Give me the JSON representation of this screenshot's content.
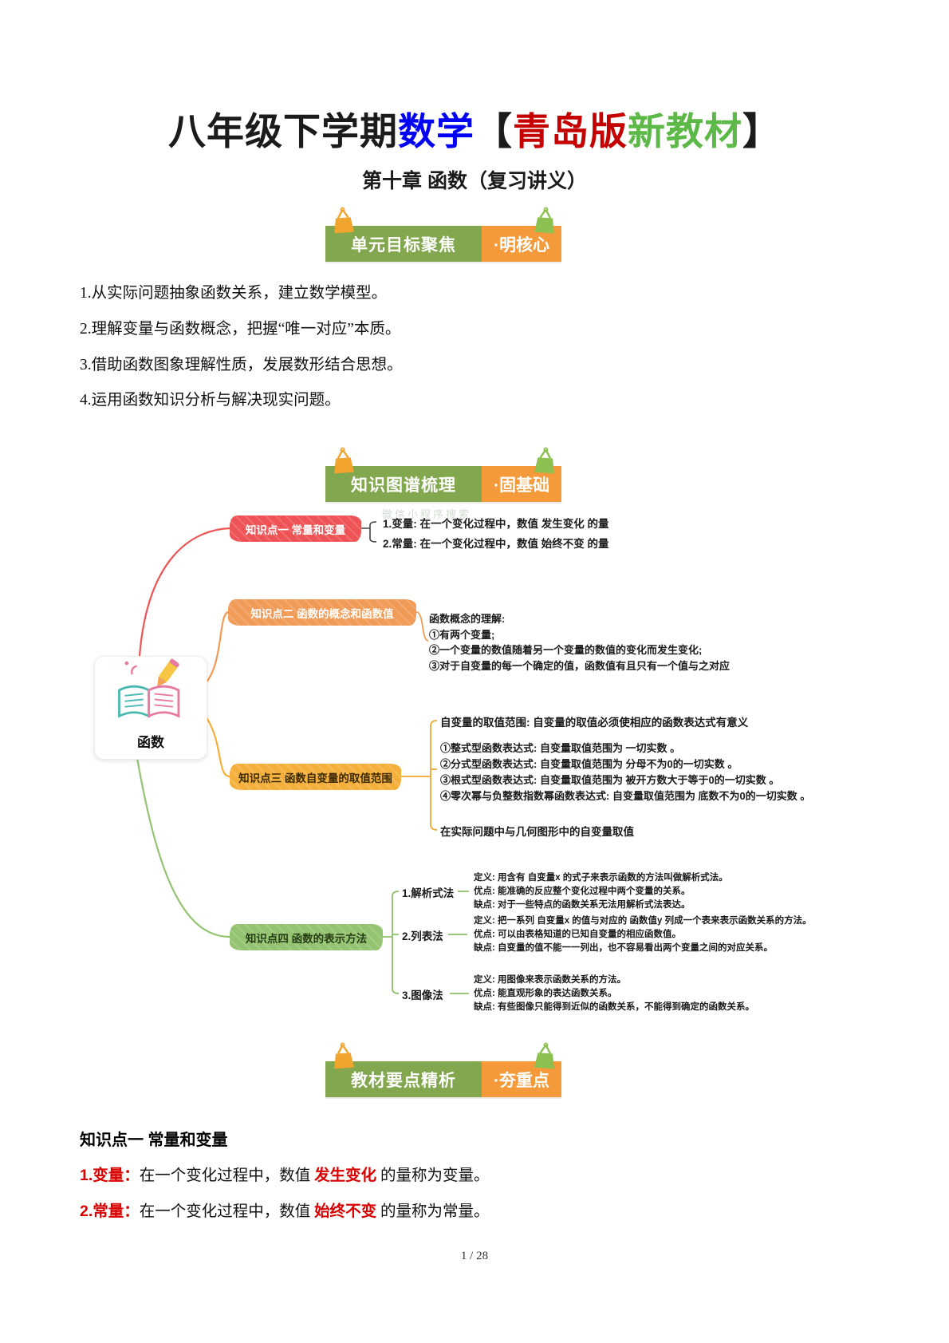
{
  "title": {
    "part1": "八年级下学期",
    "part2": "数学",
    "bracket_open": "【",
    "part3": "青岛版",
    "part4": "新教材",
    "bracket_close": "】",
    "subtitle": "第十章 函数（复习讲义）"
  },
  "banners": [
    {
      "left": "单元目标聚焦",
      "right": "·明核心"
    },
    {
      "left": "知识图谱梳理",
      "right": "·固基础"
    },
    {
      "left": "教材要点精析",
      "right": "·夯重点"
    }
  ],
  "goals": [
    "1.从实际问题抽象函数关系，建立数学模型。",
    "2.理解变量与函数概念，把握“唯一对应”本质。",
    "3.借助函数图象理解性质，发展数形结合思想。",
    "4.运用函数知识分析与解决现实问题。"
  ],
  "watermark": "微信小程序搜索",
  "mindmap": {
    "center": "函数",
    "node1": {
      "label": "知识点一 常量和变量",
      "item1": "1.变量: 在一个变化过程中，数值 发生变化 的量",
      "item2": "2.常量: 在一个变化过程中，数值 始终不变 的量"
    },
    "node2": {
      "label": "知识点二 函数的概念和函数值",
      "line0": "函数概念的理解:",
      "line1": "①有两个变量;",
      "line2": "②一个变量的数值随着另一个变量的数值的变化而发生变化;",
      "line3": "③对于自变量的每一个确定的值，函数值有且只有一个值与之对应"
    },
    "node3": {
      "label": "知识点三 函数自变量的取值范围",
      "child1": "自变量的取值范围: 自变量的取值必须使相应的函数表达式有意义",
      "line0": "①整式型函数表达式: 自变量取值范围为 一切实数 。",
      "line1": "②分式型函数表达式: 自变量取值范围为 分母不为0的一切实数 。",
      "line2": "③根式型函数表达式: 自变量取值范围为 被开方数大于等于0的一切实数 。",
      "line3": "④零次幂与负整数指数幂函数表达式: 自变量取值范围为 底数不为0的一切实数 。",
      "child3": "在实际问题中与几何图形中的自变量取值"
    },
    "node4": {
      "label": "知识点四 函数的表示方法",
      "m1_name": "1.解析式法",
      "m1_def": "定义: 用含有 自变量x 的式子来表示函数的方法叫做解析式法。",
      "m1_pro": "优点: 能准确的反应整个变化过程中两个变量的关系。",
      "m1_con": "缺点: 对于一些特点的函数关系无法用解析式法表达。",
      "m2_name": "2.列表法",
      "m2_def": "定义: 把一系列 自变量x 的值与对应的 函数值y 列成一个表来表示函数关系的方法。",
      "m2_pro": "优点: 可以由表格知道的已知自变量的相应函数值。",
      "m2_con": "缺点: 自变量的值不能一一列出，也不容易看出两个变量之间的对应关系。",
      "m3_name": "3.图像法",
      "m3_def": "定义: 用图像来表示函数关系的方法。",
      "m3_pro": "优点: 能直观形象的表达函数关系。",
      "m3_con": "缺点: 有些图像只能得到近似的函数关系，不能得到确定的函数关系。"
    }
  },
  "section": {
    "heading": "知识点一 常量和变量",
    "line1": {
      "lead": "1.变量：",
      "mid": "在一个变化过程中，数值 ",
      "em": "发生变化",
      "tail": " 的量称为变量。"
    },
    "line2": {
      "lead": "2.常量：",
      "mid": "在一个变化过程中，数值 ",
      "em": "始终不变",
      "tail": " 的量称为常量。"
    }
  },
  "footer": "1 / 28",
  "colors": {
    "title_blue": "#0202f2",
    "title_red": "#c40000",
    "title_green": "#5cb847",
    "banner_green": "#82a74f",
    "banner_orange": "#f49a3a",
    "node_red": "#ee5456",
    "node_orange": "#f19b58",
    "node_yellow": "#f5b03c",
    "node_green": "#94c471",
    "accent_red": "#d90000"
  }
}
